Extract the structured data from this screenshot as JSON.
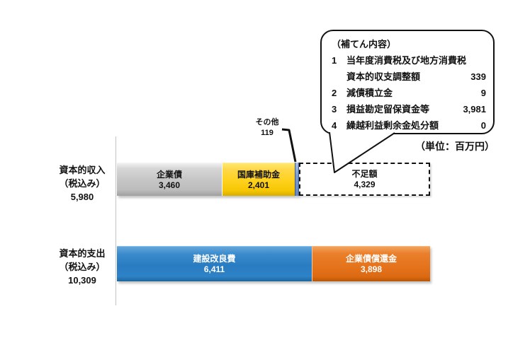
{
  "callout": {
    "title": "（補てん内容）",
    "items": [
      {
        "no": "1",
        "label": "当年度消費税及び地方消費税",
        "value": ""
      },
      {
        "no": "",
        "label": "資本的収支調整額",
        "value": "339"
      },
      {
        "no": "2",
        "label": "減債積立金",
        "value": "9"
      },
      {
        "no": "3",
        "label": "損益勘定留保資金等",
        "value": "3,981"
      },
      {
        "no": "4",
        "label": "繰越利益剰余金処分額",
        "value": "0"
      }
    ]
  },
  "unit_label": "（単位：百万円）",
  "other_annotation": {
    "label": "その他",
    "value": "119"
  },
  "bars": {
    "income": {
      "title": "資本的収入",
      "subtitle": "（税込み）",
      "total": "5,980",
      "segments": [
        {
          "label": "企業債",
          "value": "3,460"
        },
        {
          "label": "国庫補助金",
          "value": "2,401"
        },
        {
          "label": "その他",
          "value": "119"
        },
        {
          "label": "不足額",
          "value": "4,329"
        }
      ]
    },
    "expense": {
      "title": "資本的支出",
      "subtitle": "（税込み）",
      "total": "10,309",
      "segments": [
        {
          "label": "建設改良費",
          "value": "6,411"
        },
        {
          "label": "企業債償還金",
          "value": "3,898"
        }
      ]
    }
  },
  "colors": {
    "corporate_bonds": "#c6c6c6",
    "subsidy": "#ffd21f",
    "other": "#7b9bce",
    "deficit": "#ffffff",
    "construction": "#2a7cc2",
    "bond_redemption": "#e5741d",
    "axis": "#c4c4c4"
  },
  "chart_data": {
    "type": "bar",
    "orientation": "horizontal",
    "stacked": true,
    "unit": "百万円",
    "xlim": [
      0,
      10309
    ],
    "grid": false,
    "bars": [
      {
        "category": "資本的収入（税込み）",
        "total": 5980,
        "segments": [
          {
            "name": "企業債",
            "value": 3460,
            "color": "#c6c6c6"
          },
          {
            "name": "国庫補助金",
            "value": 2401,
            "color": "#ffd21f"
          },
          {
            "name": "その他",
            "value": 119,
            "color": "#7b9bce"
          },
          {
            "name": "不足額",
            "value": 4329,
            "color": "#ffffff"
          }
        ]
      },
      {
        "category": "資本的支出（税込み）",
        "total": 10309,
        "segments": [
          {
            "name": "建設改良費",
            "value": 6411,
            "color": "#2a7cc2"
          },
          {
            "name": "企業債償還金",
            "value": 3898,
            "color": "#e5741d"
          }
        ]
      }
    ],
    "annotations": [
      {
        "title": "（補てん内容）",
        "items": [
          {
            "no": 1,
            "label": "当年度消費税及び地方消費税 資本的収支調整額",
            "value": 339
          },
          {
            "no": 2,
            "label": "減債積立金",
            "value": 9
          },
          {
            "no": 3,
            "label": "損益勘定留保資金等",
            "value": 3981
          },
          {
            "no": 4,
            "label": "繰越利益剰余金処分額",
            "value": 0
          }
        ]
      },
      {
        "label": "（単位：百万円）"
      }
    ]
  }
}
